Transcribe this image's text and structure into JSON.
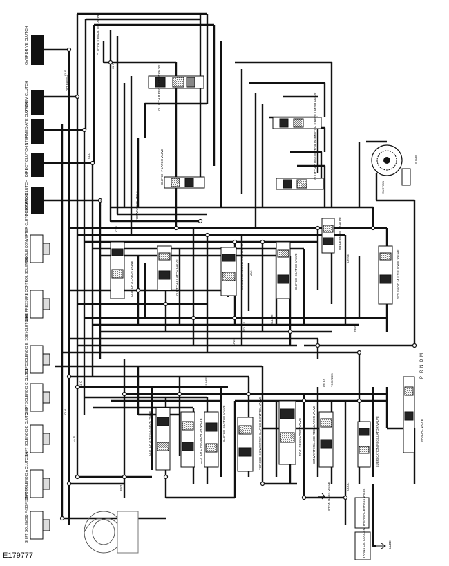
{
  "figure_id": "E179777",
  "labels": {
    "overdrive_clutch": "OVERDRIVE CLUTCH",
    "low_rev_clutch": "LOW/REV CLUTCH",
    "intermediate_clutch": "INTERMEDIATE CLUTCH",
    "direct_clutch": "DIRECT CLUTCH",
    "forward_clutch": "FORWARD CLUTCH",
    "tcc_solenoid": "TORQUE CONVERTER CLUTCH SOLENOID",
    "line_pressure_solenoid": "LINE PRESSURE CONTROL SOLENOID",
    "shift_solenoid_e": "SHIFT SOLENOID E (SSE) CLUTCH E",
    "shift_solenoid_c": "SHIFT SOLENOID C CLUTCH C",
    "shift_solenoid_b": "SHIFT SOLENOID B CLUTCH B",
    "shift_solenoid_a": "SHIFT SOLENOID A CLUTCH A",
    "shift_solenoid_f": "SHIFT SOLENOID F (SSF) ON/OFF",
    "clutch_b_regulator": "CLUTCH B REGULATOR VALVE",
    "clutch_e_regulator": "CLUTCH E REGULATOR VALVE",
    "clutch_d_regulator": "CLUTCH D REGULATOR VALVE",
    "clutch_f_latch": "CLUTCH F LATCH VALVE",
    "clutch_a_latch": "CLUTCH A LATCH VALVE",
    "clutch_a_latch_2": "CLUTCH A LATCH VALVE",
    "solenoid_regulator": "SOLENOID REGULATOR VALVE",
    "clutch_c_latch": "CLUTCH C LATCH VALVE",
    "drive_enable": "DRIVE ENABLE VALVE",
    "solenoid_multiplexer": "SOLENOID MULTIPLEXER VALVE",
    "clutch_a_regulator": "CLUTCH A REGULATOR VALVE",
    "clutch_c_regulator": "CLUTCH C REGULATOR VALVE",
    "clutch_c_latch_2": "CLUTCH C LATCH VALVE",
    "tcc_control": "TORQUE CONVERTER CLUTCH CONTROL VALVE",
    "main_regulator": "MAIN REGULATOR VALVE",
    "converter_regulator": "CONVERTER/LUBE REGULATOR VALVE",
    "lubrication_regulator": "LUBRICATION REGULATOR VALVE",
    "manual_valve": "MANUAL VALVE",
    "thermal_bypass": "THERMAL BYPASS VALVE",
    "trans_cooler": "TRANS OIL COOLER",
    "lube": "LUBE",
    "drain_back": "DRAIN BACK VALVE",
    "pump": "PUMP",
    "clutch_f_exhaust": "CLUTCH F EXHAUST VALVE",
    "forward_clutch_2": "FORWARD CLUTCH",
    "prndl": [
      "P",
      "R",
      "N",
      "D",
      "M"
    ],
    "air_bleed": "AIR BLEED",
    "cl_a": "CL A",
    "cl_b": "CL B",
    "cl_c": "CL C",
    "cl_d": "CL D",
    "cl_e": "CL E",
    "cl_f": "CL F",
    "cl_bf": "CL BF",
    "cl_a1": "CL A1",
    "line": "LINE",
    "ssa_fe": "SSA FE",
    "sol_ss": "SOL SS",
    "sol_pr": "SOL PR",
    "drive": "DRIVE",
    "rev": "REV",
    "tcc_feed": "TCC FEED",
    "main": "MAIN",
    "cool": "COOL",
    "exh": "EXH",
    "suction": "SUCTION",
    "dr_ex": "DR EX"
  }
}
